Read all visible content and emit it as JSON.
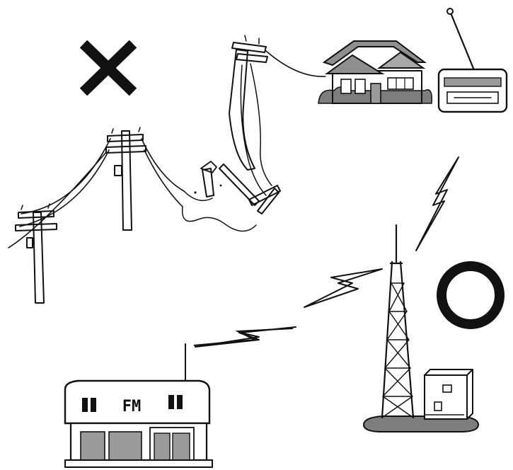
{
  "station": {
    "sign": "FM"
  },
  "symbols": {
    "fail_mark": "cross-mark",
    "ok_mark": "circle-mark"
  },
  "colors": {
    "ink": "#111111",
    "shade": "#9a9a9a",
    "background": "#ffffff"
  }
}
